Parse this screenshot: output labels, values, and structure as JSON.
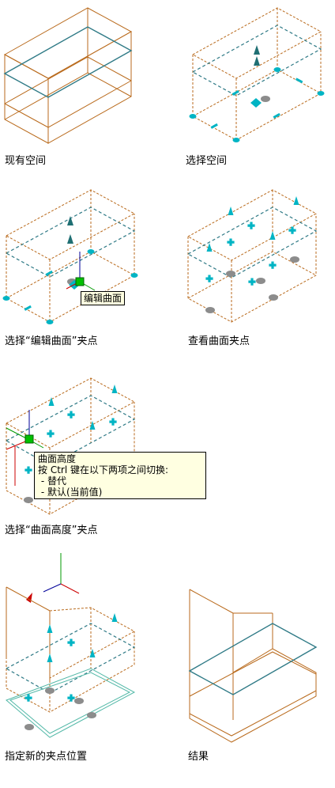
{
  "colors": {
    "frame": "#b96a1c",
    "surface": "#2f7a86",
    "grip_cyan": "#00b4c4",
    "grip_dark": "#1f6f73",
    "grip_gray": "#8c8c8c",
    "axis_green": "#009a00",
    "axis_red": "#cc0000",
    "axis_blue": "#000099",
    "tooltip_bg": "#ffffe1"
  },
  "panels": [
    {
      "id": "p1",
      "caption": "现有空间"
    },
    {
      "id": "p2",
      "caption": "选择空间"
    },
    {
      "id": "p3",
      "caption": "选择“编辑曲面”夹点",
      "tooltip": "编辑曲面"
    },
    {
      "id": "p4",
      "caption": "查看曲面夹点"
    },
    {
      "id": "p5",
      "caption": "选择“曲面高度”夹点",
      "tooltip": {
        "title": "曲面高度",
        "line2": "按 Ctrl 键在以下两项之间切换:",
        "line3": " - 替代",
        "line4": " - 默认(当前值)"
      }
    },
    {
      "id": "p6",
      "caption": "指定新的夹点位置"
    },
    {
      "id": "p7",
      "caption": "结果"
    }
  ]
}
